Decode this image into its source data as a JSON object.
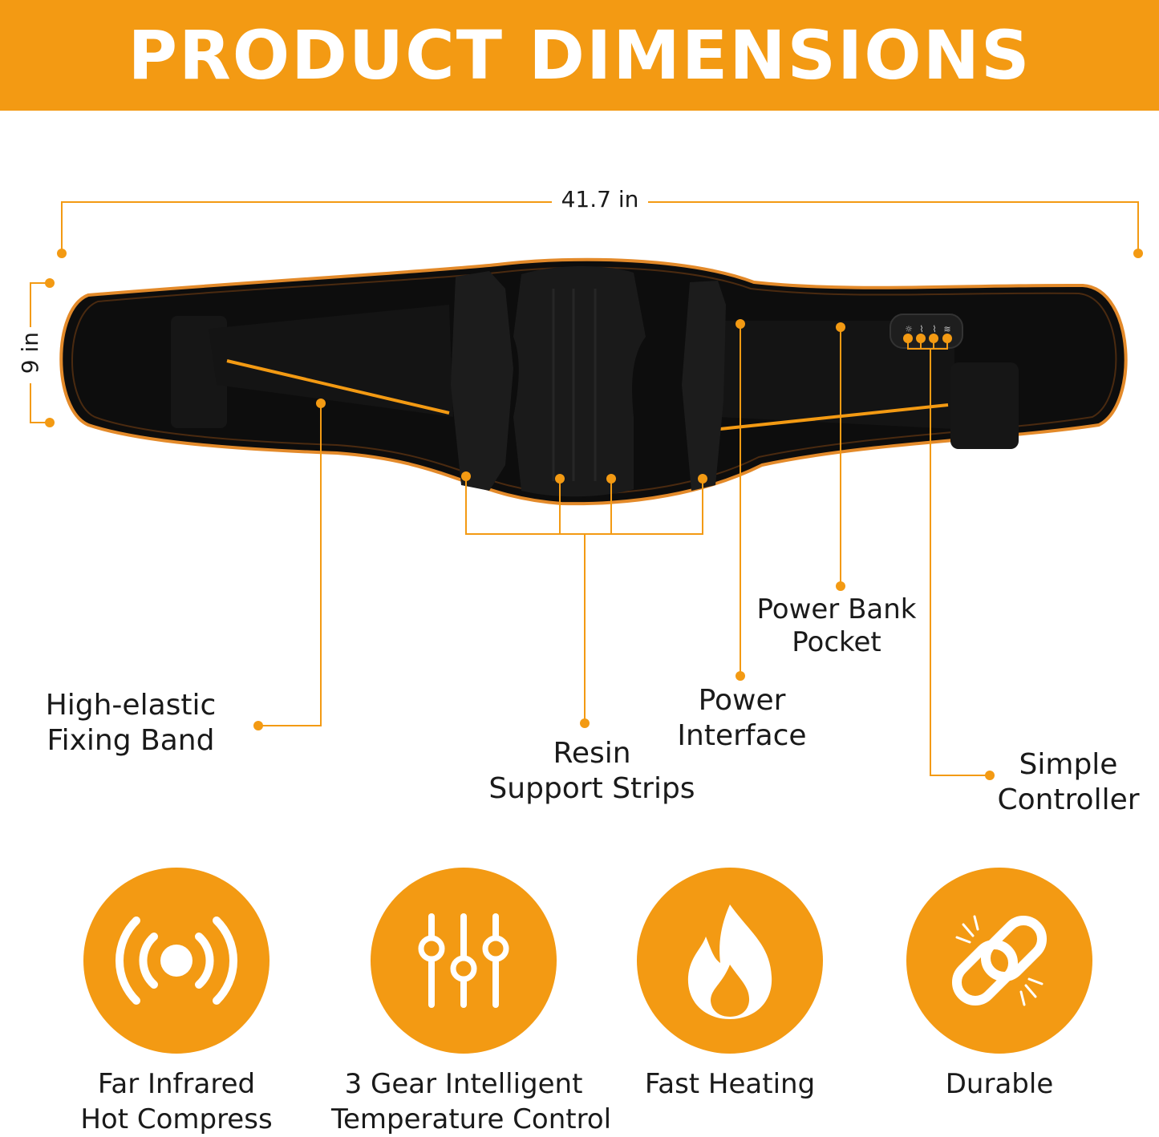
{
  "header": {
    "title": "PRODUCT DIMENSIONS"
  },
  "dimensions": {
    "width": "41.7 in",
    "height": "9 in"
  },
  "callouts": {
    "fixing_band": {
      "line1": "High-elastic",
      "line2": "Fixing Band"
    },
    "resin_strips": {
      "line1": "Resin",
      "line2": "Support Strips"
    },
    "power_interface": {
      "line1": "Power",
      "line2": "Interface"
    },
    "power_bank": {
      "line1": "Power Bank",
      "line2": "Pocket"
    },
    "controller": {
      "line1": "Simple",
      "line2": "Controller"
    }
  },
  "features": [
    {
      "icon": "signal-waves-icon",
      "line1": "Far Infrared",
      "line2": "Hot Compress"
    },
    {
      "icon": "sliders-icon",
      "line1": "3 Gear Intelligent",
      "line2": "Temperature Control"
    },
    {
      "icon": "flame-icon",
      "line1": "Fast Heating",
      "line2": ""
    },
    {
      "icon": "chain-link-icon",
      "line1": "Durable",
      "line2": ""
    }
  ],
  "colors": {
    "accent": "#f39a13",
    "belt": "#0d0d0d",
    "text": "#1a1a1a"
  }
}
